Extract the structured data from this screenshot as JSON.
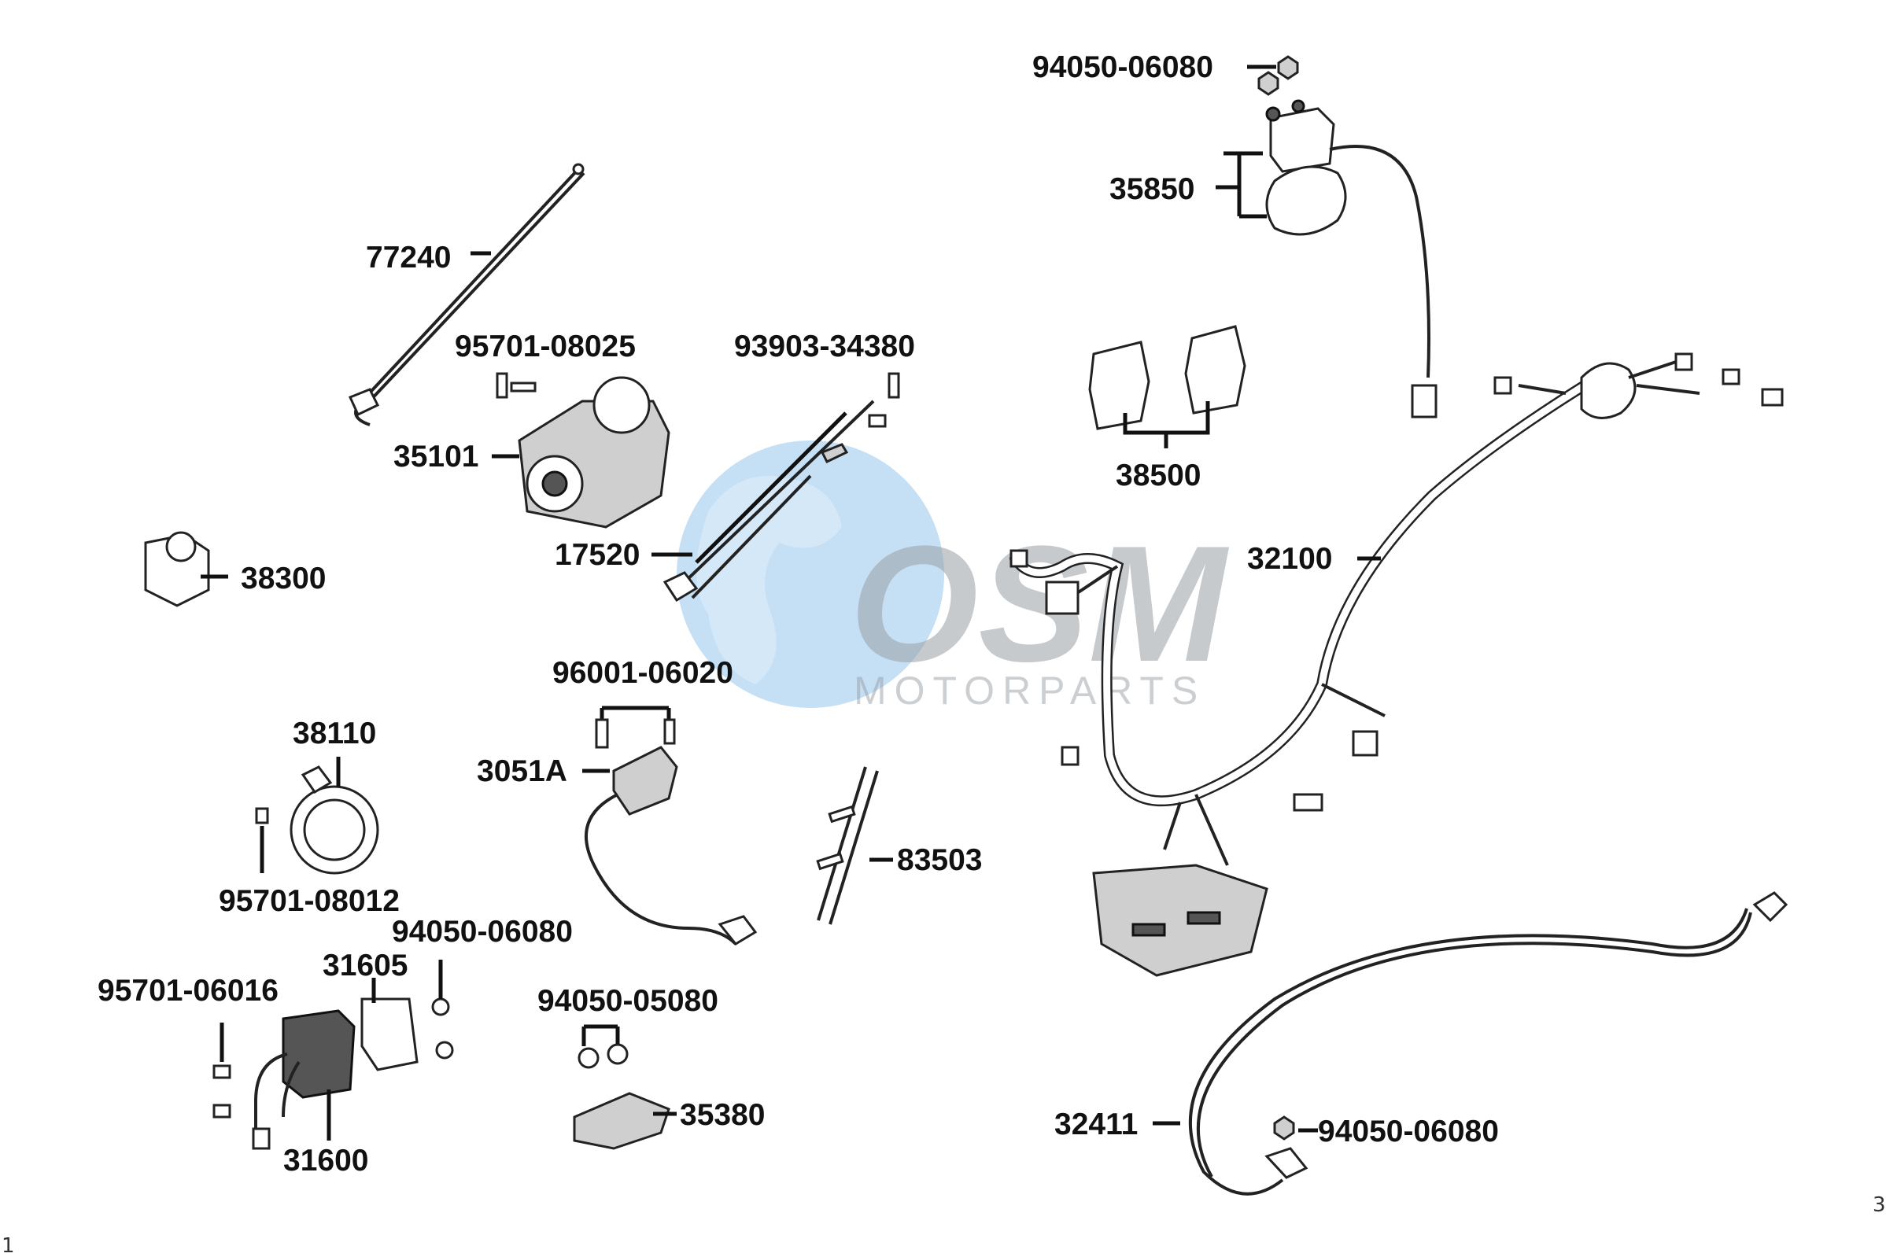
{
  "watermark": {
    "brand": "OSM",
    "subtitle": "MOTORPARTS"
  },
  "parts": {
    "p94050_06080_top": "94050-06080",
    "p35850": "35850",
    "p77240": "77240",
    "p95701_08025": "95701-08025",
    "p93903_34380": "93903-34380",
    "p35101": "35101",
    "p38500": "38500",
    "p32100": "32100",
    "p17520": "17520",
    "p38300": "38300",
    "p96001_06020": "96001-06020",
    "p38110": "38110",
    "p3051A": "3051A",
    "p83503": "83503",
    "p95701_08012": "95701-08012",
    "p94050_06080_mid": "94050-06080",
    "p31605": "31605",
    "p95701_06016": "95701-06016",
    "p94050_05080": "94050-05080",
    "p35380": "35380",
    "p31600": "31600",
    "p32411": "32411",
    "p94050_06080_bottom": "94050-06080"
  },
  "corner_marks": {
    "left": "1",
    "right": "3"
  }
}
